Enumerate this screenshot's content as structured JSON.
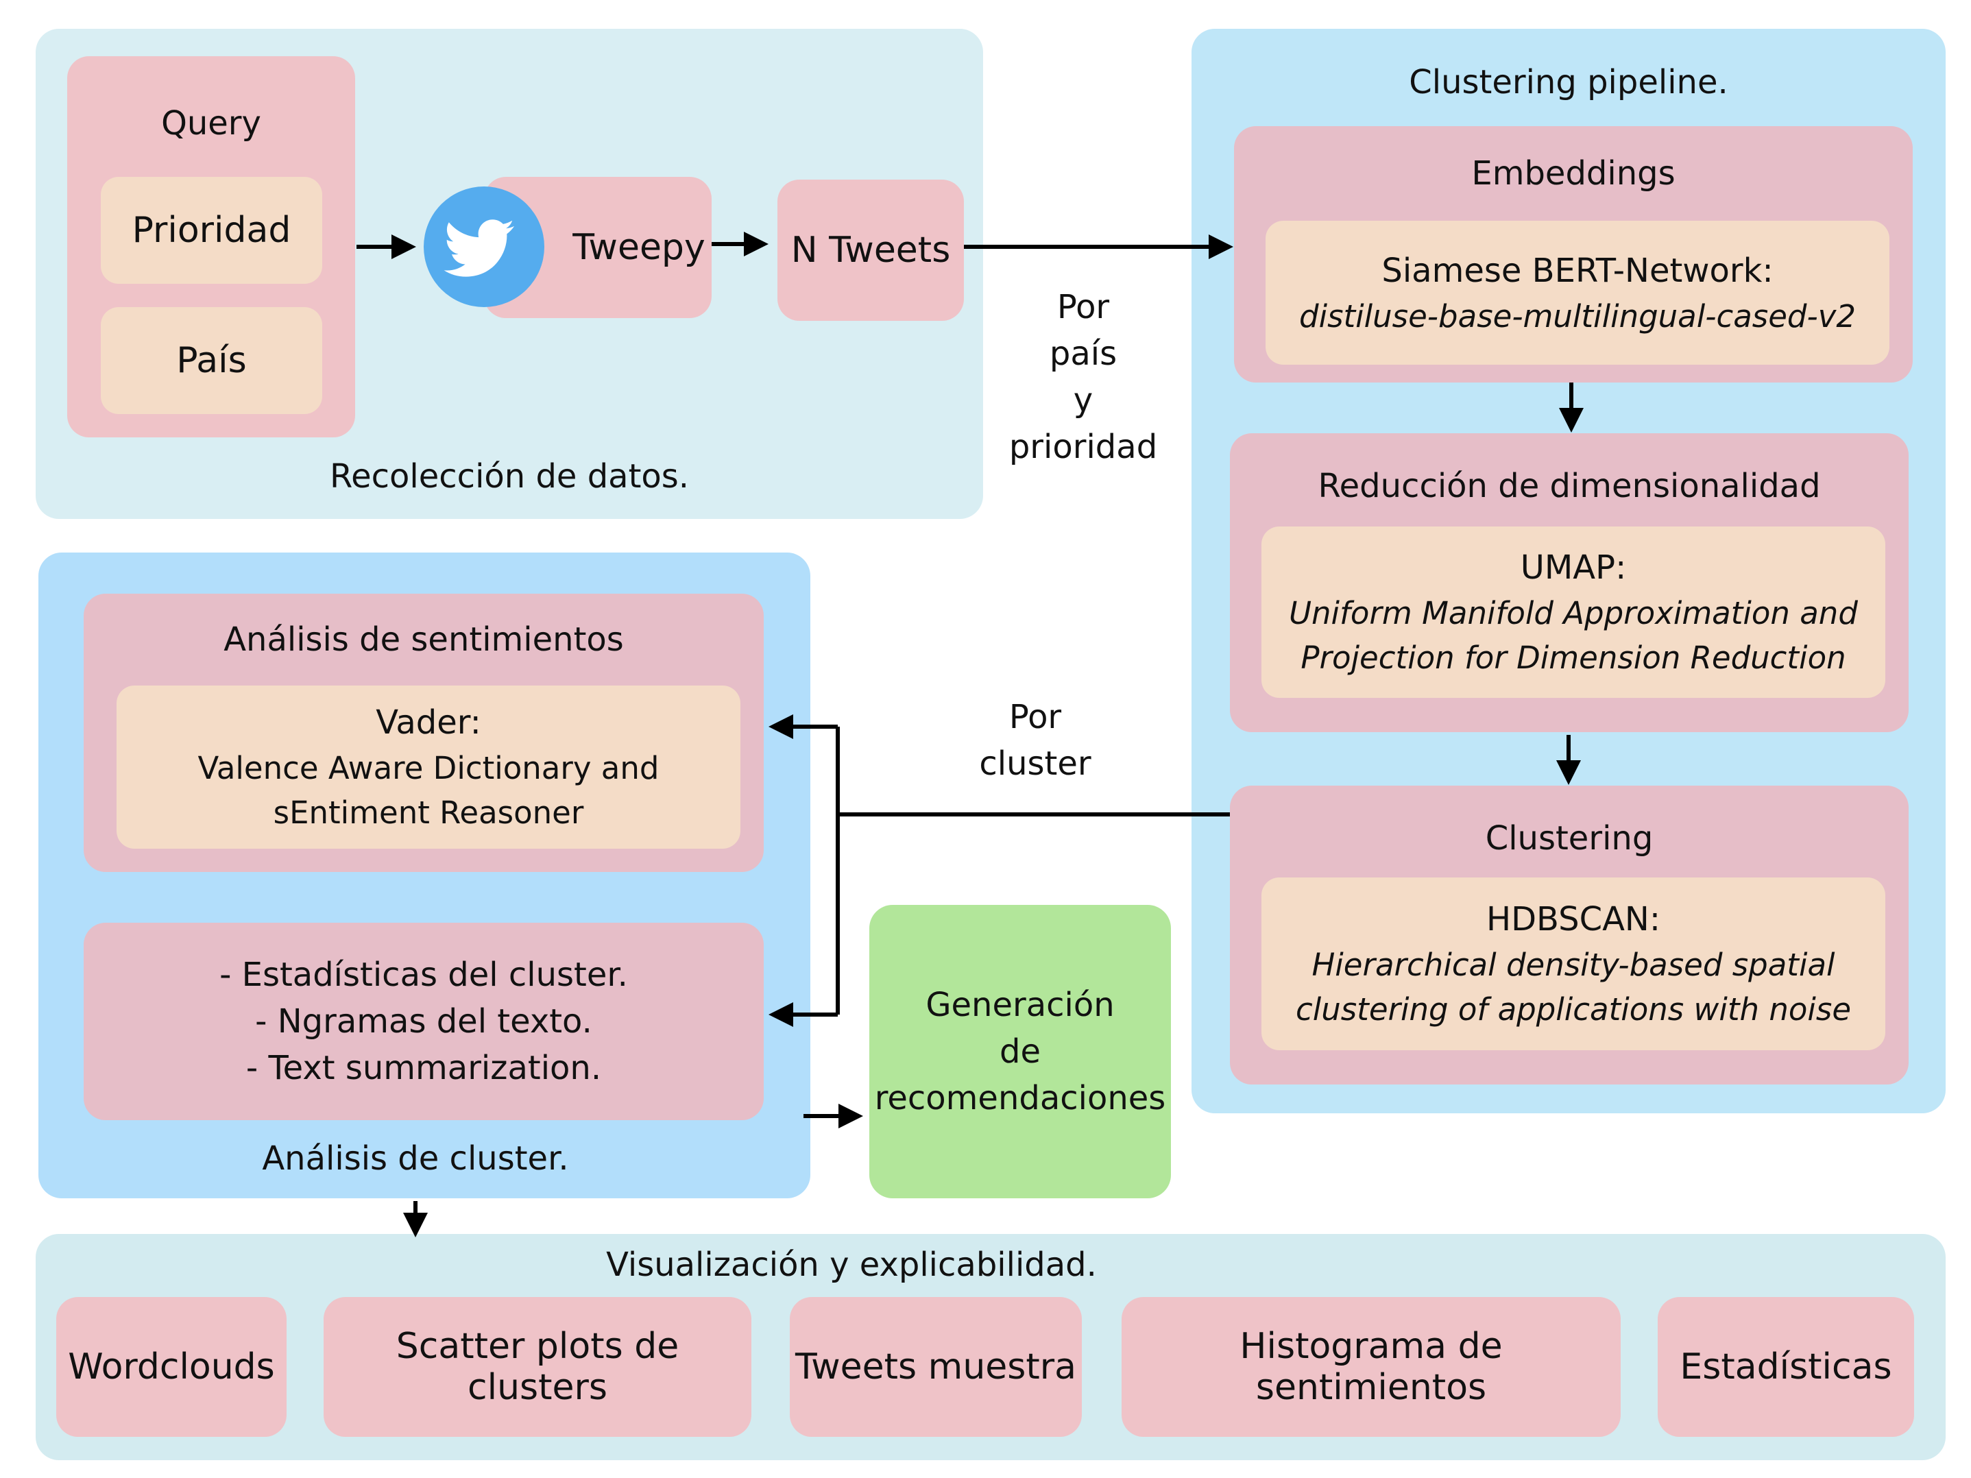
{
  "collection": {
    "query_title": "Query",
    "query_items": [
      "Prioridad",
      "País"
    ],
    "tweepy_label": "Tweepy",
    "n_tweets_label": "N Tweets",
    "footer": "Recolección de datos."
  },
  "flow_label_country": [
    "Por",
    "país",
    "y",
    "prioridad"
  ],
  "flow_label_cluster": [
    "Por",
    "cluster"
  ],
  "pipeline": {
    "title": "Clustering pipeline.",
    "embeddings": {
      "title": "Embeddings",
      "model_name": "Siamese BERT-Network:",
      "model_id": "distiluse-base-multilingual-cased-v2"
    },
    "reduction": {
      "title": "Reducción de dimensionalidad",
      "method": "UMAP:",
      "description": [
        "Uniform Manifold Approximation and",
        "Projection for Dimension Reduction"
      ]
    },
    "clustering": {
      "title": "Clustering",
      "method": "HDBSCAN:",
      "description": [
        "Hierarchical density-based spatial",
        "clustering of applications with noise"
      ]
    }
  },
  "analysis": {
    "sentiment_title": "Análisis de sentimientos",
    "vader_title": "Vader:",
    "vader_description": [
      "Valence Aware Dictionary and",
      "sEntiment Reasoner"
    ],
    "stats_items": [
      "- Estadísticas del cluster.",
      "- Ngramas del texto.",
      "- Text summarization."
    ],
    "footer": "Análisis de cluster."
  },
  "recommendations": [
    "Generación",
    "de",
    "recomendaciones"
  ],
  "visualization": {
    "title": "Visualización y explicabilidad.",
    "items": [
      "Wordclouds",
      "Scatter plots de clusters",
      "Tweets muestra",
      "Histograma de sentimientos",
      "Estadísticas"
    ]
  },
  "colors": {
    "collection_bg": "#d9eef3",
    "pipeline_bg": "#bfe6f8",
    "analysis_bg": "#b2defb",
    "visual_bg": "#d3ebf0",
    "pink": "#efc3c8",
    "cream": "#f4dcc7",
    "green": "#b2e69a",
    "twitter_blue": "#55acee"
  },
  "icons": [
    "twitter-bird-icon"
  ]
}
